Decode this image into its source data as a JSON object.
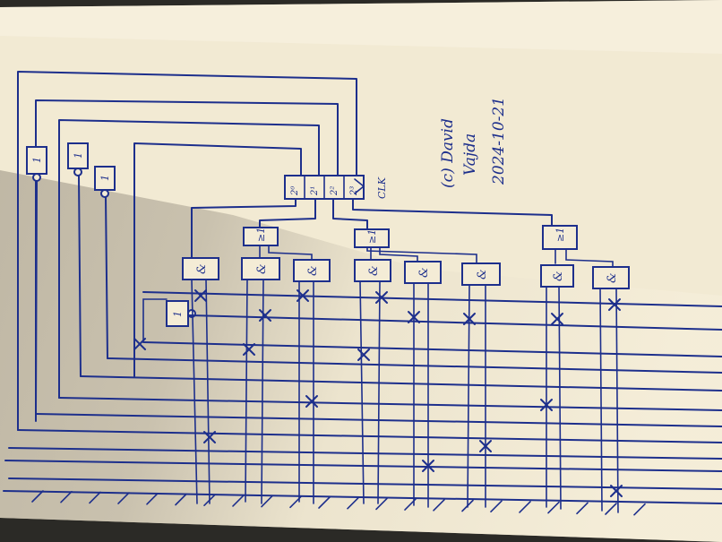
{
  "signature": {
    "lines": [
      "(c) David",
      "Vajda",
      "2024-10-21"
    ]
  },
  "register": {
    "bit_labels": [
      "2⁰",
      "2¹",
      "2²",
      "2³"
    ],
    "clock_label": "CLK"
  },
  "gate_labels": {
    "not": "1",
    "or": "≥1",
    "and": "&"
  },
  "colors": {
    "ink": "#1d2f8c",
    "paper": "#f4ecd6",
    "shadow": "#8b8476",
    "background": "#2b2a26"
  }
}
